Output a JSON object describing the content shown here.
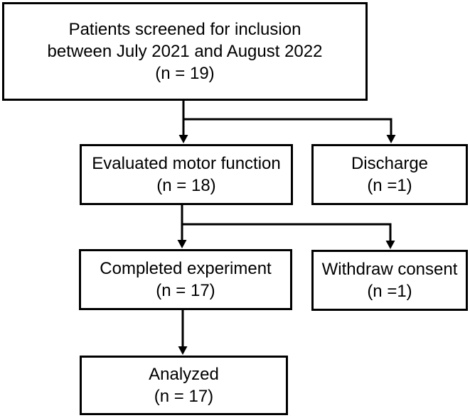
{
  "colors": {
    "background": "#ffffff",
    "box_fill": "#ffffff",
    "box_border": "#000000",
    "text": "#000000",
    "line": "#000000"
  },
  "nodes": {
    "screened": {
      "lines": [
        "Patients screened for inclusion",
        "between July 2021 and August 2022",
        "(n = 19)"
      ],
      "n": 19
    },
    "evaluated": {
      "lines": [
        "Evaluated motor function",
        "(n = 18)"
      ],
      "n": 18
    },
    "discharge": {
      "lines": [
        "Discharge",
        "(n =1)"
      ],
      "n": 1
    },
    "completed": {
      "lines": [
        "Completed experiment",
        "(n = 17)"
      ],
      "n": 17
    },
    "withdraw": {
      "lines": [
        "Withdraw consent",
        "(n =1)"
      ],
      "n": 1
    },
    "analyzed": {
      "lines": [
        "Analyzed",
        "(n = 17)"
      ],
      "n": 17
    }
  },
  "edges": [
    {
      "from": "screened",
      "to": "evaluated"
    },
    {
      "from": "screened",
      "to": "discharge"
    },
    {
      "from": "evaluated",
      "to": "completed"
    },
    {
      "from": "evaluated",
      "to": "withdraw"
    },
    {
      "from": "completed",
      "to": "analyzed"
    }
  ]
}
